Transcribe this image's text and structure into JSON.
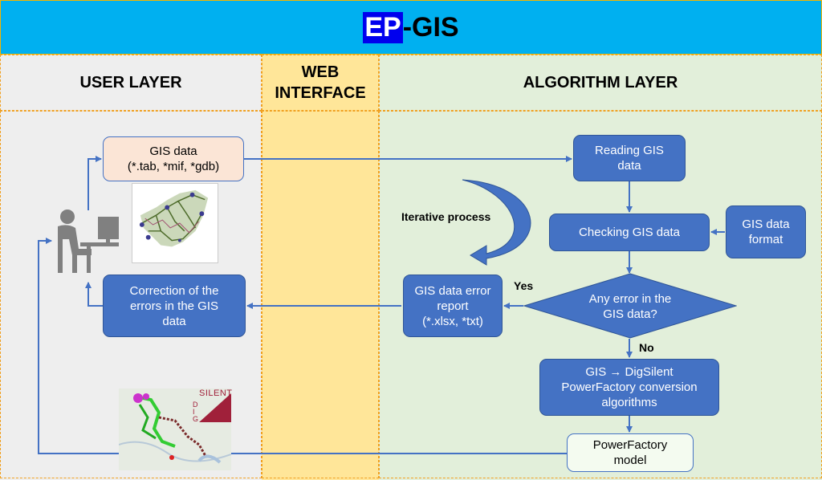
{
  "header": {
    "title_ep": "EP",
    "title_rest": "-GIS"
  },
  "layers": {
    "user": "USER LAYER",
    "web": "WEB\nINTERFACE",
    "algorithm": "ALGORITHM LAYER"
  },
  "nodes": {
    "gis_data": "GIS data\n(*.tab, *mif, *gdb)",
    "correction": "Correction of the\nerrors in the GIS\ndata",
    "reading": "Reading GIS\ndata",
    "checking": "Checking GIS data",
    "format": "GIS data\nformat",
    "decision": "Any error in the\nGIS data?",
    "error_report": "GIS data error\nreport\n(*.xlsx, *txt)",
    "conversion": "GIS → DigSilent\nPowerFactory conversion\nalgorithms",
    "model": "PowerFactory\nmodel"
  },
  "labels": {
    "iterative": "Iterative process",
    "yes": "Yes",
    "no": "No",
    "logo": "SILENT",
    "logo_vertical": "DIG"
  },
  "colors": {
    "header": "#00b0f0",
    "user_bg": "#eeeeee",
    "web_bg": "#ffe699",
    "alg_bg": "#e2efda",
    "box_blue": "#4472c4",
    "line": "#4472c4",
    "logo": "#a0203a"
  },
  "icons": {
    "user": "person-at-computer-icon",
    "map": "gis-network-map-icon"
  }
}
